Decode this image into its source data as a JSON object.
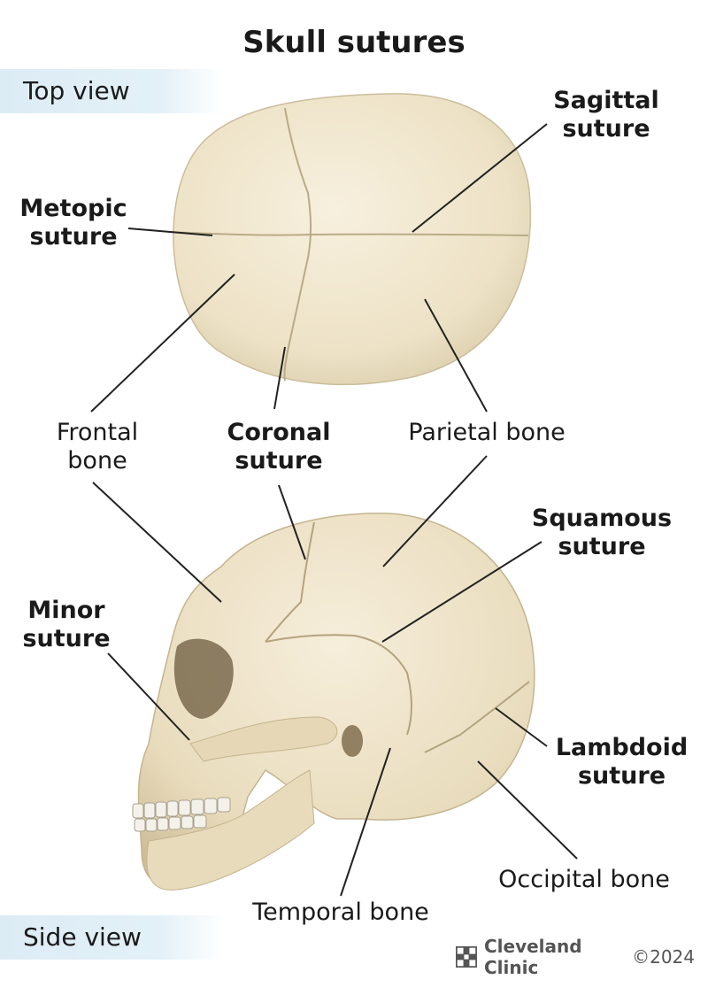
{
  "title": "Skull sutures",
  "sections": {
    "top": "Top view",
    "side": "Side view"
  },
  "labels": {
    "sagittal": "Sagittal\nsuture",
    "metopic": "Metopic\nsuture",
    "frontal": "Frontal\nbone",
    "coronal": "Coronal\nsuture",
    "parietal": "Parietal bone",
    "squamous": "Squamous\nsuture",
    "minor": "Minor\nsuture",
    "lambdoid": "Lambdoid\nsuture",
    "occipital": "Occipital bone",
    "temporal": "Temporal bone"
  },
  "footer": {
    "brand": "Cleveland Clinic",
    "copyright": "©2024"
  },
  "colors": {
    "bone": "#efe6cf",
    "bone_shadow": "#d9ccad",
    "band": "#e0eef6",
    "leader": "#222222"
  }
}
